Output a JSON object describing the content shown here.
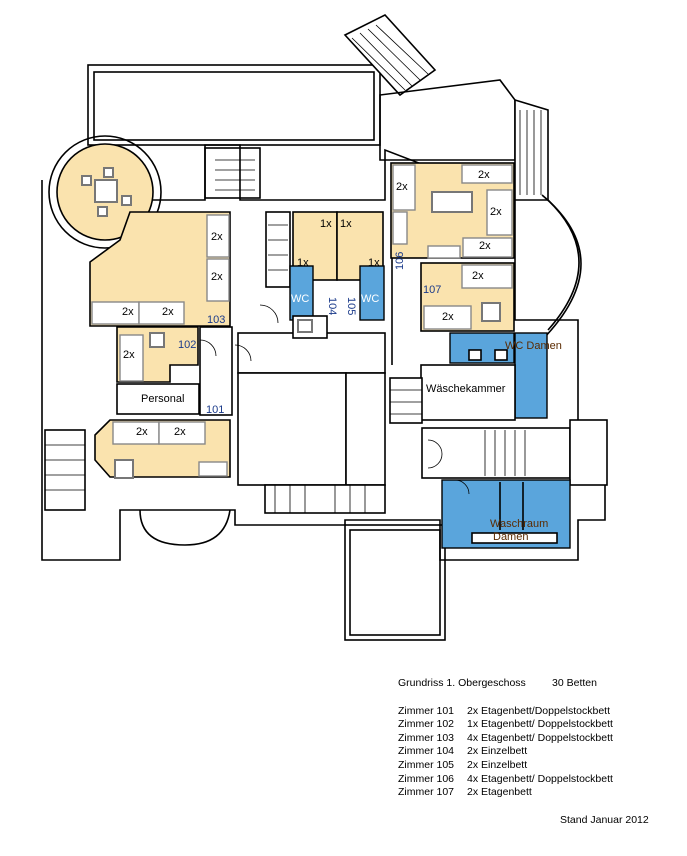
{
  "plan": {
    "rooms": {
      "r101": {
        "label": "101",
        "beds": [
          "2x",
          "2x"
        ]
      },
      "r102": {
        "label": "102",
        "beds": [
          "2x"
        ]
      },
      "r103": {
        "label": "103",
        "beds": [
          "2x",
          "2x",
          "2x",
          "2x"
        ]
      },
      "r104": {
        "label": "104",
        "beds": [
          "1x",
          "1x"
        ]
      },
      "r105": {
        "label": "105",
        "beds": [
          "1x",
          "1x"
        ]
      },
      "r106": {
        "label": "106",
        "beds": [
          "2x",
          "2x",
          "2x",
          "2x"
        ]
      },
      "r107": {
        "label": "107",
        "beds": [
          "2x",
          "2x"
        ]
      },
      "personal": "Personal",
      "wc_left": "WC",
      "wc_right": "WC",
      "wc_damen": "WC Damen",
      "waeschekammer": "Wäschekammer",
      "waschraum_line1": "Waschraum",
      "waschraum_line2": "Damen"
    },
    "colors": {
      "room": "#fae3ae",
      "sanitary": "#5aa5dc"
    }
  },
  "legend": {
    "title": "Grundriss 1. Obergeschoss",
    "total": "30 Betten",
    "rows": [
      {
        "room": "Zimmer 101",
        "beds": "2x Etagenbett/Doppelstockbett"
      },
      {
        "room": "Zimmer 102",
        "beds": "1x Etagenbett/ Doppelstockbett"
      },
      {
        "room": "Zimmer 103",
        "beds": "4x Etagenbett/ Doppelstockbett"
      },
      {
        "room": "Zimmer 104",
        "beds": "2x Einzelbett"
      },
      {
        "room": "Zimmer 105",
        "beds": "2x Einzelbett"
      },
      {
        "room": "Zimmer 106",
        "beds": "4x Etagenbett/ Doppelstockbett"
      },
      {
        "room": "Zimmer 107",
        "beds": "2x Etagenbett"
      }
    ],
    "stand": "Stand Januar 2012"
  }
}
